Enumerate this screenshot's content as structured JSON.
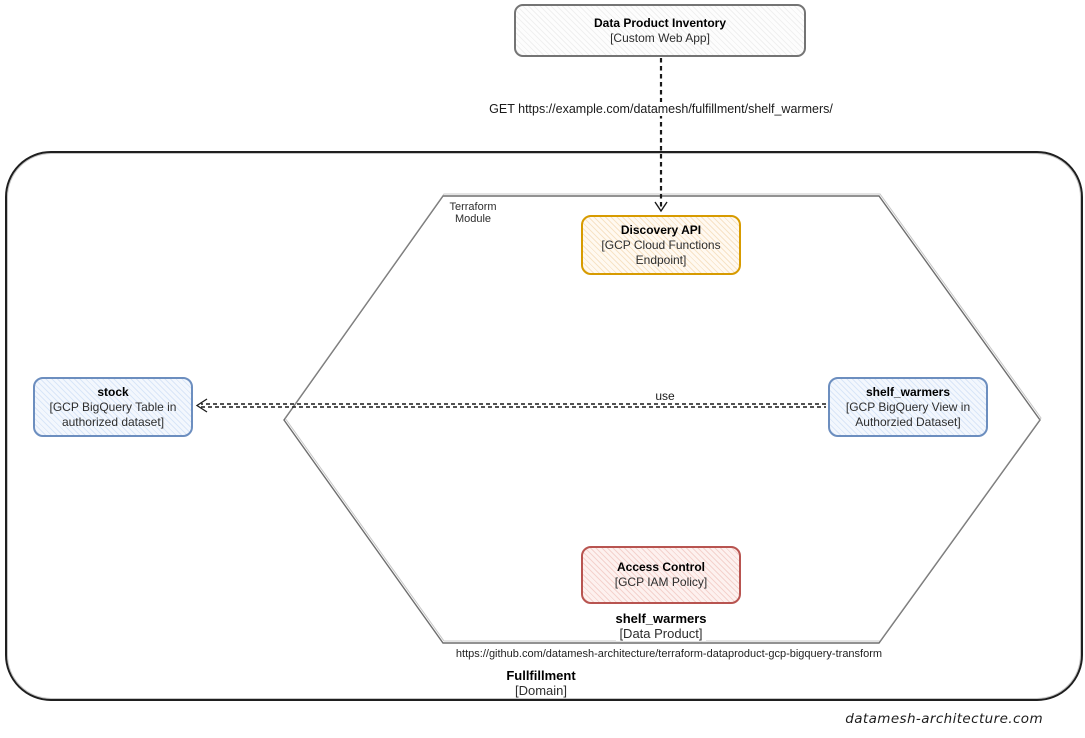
{
  "diagram": {
    "kind": "data-mesh architecture diagram",
    "colors": {
      "node_grey_border": "#747474",
      "node_orange_border": "#d79b00",
      "node_blue_border": "#6c8ebf",
      "node_red_border": "#b85450",
      "line_color": "#1a1a1a",
      "hexagon_stroke": "#6e6e6e"
    }
  },
  "nodes": {
    "inventory": {
      "title": "Data Product Inventory",
      "subtitle": "[Custom Web App]"
    },
    "discovery_api": {
      "title": "Discovery API",
      "subtitle": "[GCP Cloud Functions Endpoint]"
    },
    "stock": {
      "title": "stock",
      "subtitle": "[GCP BigQuery Table in authorized dataset]"
    },
    "shelf_warmers_view": {
      "title": "shelf_warmers",
      "subtitle": "[GCP BigQuery View in Authorzied Dataset]"
    },
    "access_control": {
      "title": "Access Control",
      "subtitle": "[GCP IAM Policy]"
    }
  },
  "edges": {
    "get_request_label": "GET https://example.com/datamesh/fulfillment/shelf_warmers/",
    "use_label": "use"
  },
  "labels": {
    "terraform_module_line1": "Terraform",
    "terraform_module_line2": "Module",
    "data_product_title": "shelf_warmers",
    "data_product_subtitle": "[Data Product]",
    "repo_url": "https://github.com/datamesh-architecture/terraform-dataproduct-gcp-bigquery-transform",
    "domain_title": "Fullfillment",
    "domain_subtitle": "[Domain]",
    "watermark": "datamesh-architecture.com"
  }
}
